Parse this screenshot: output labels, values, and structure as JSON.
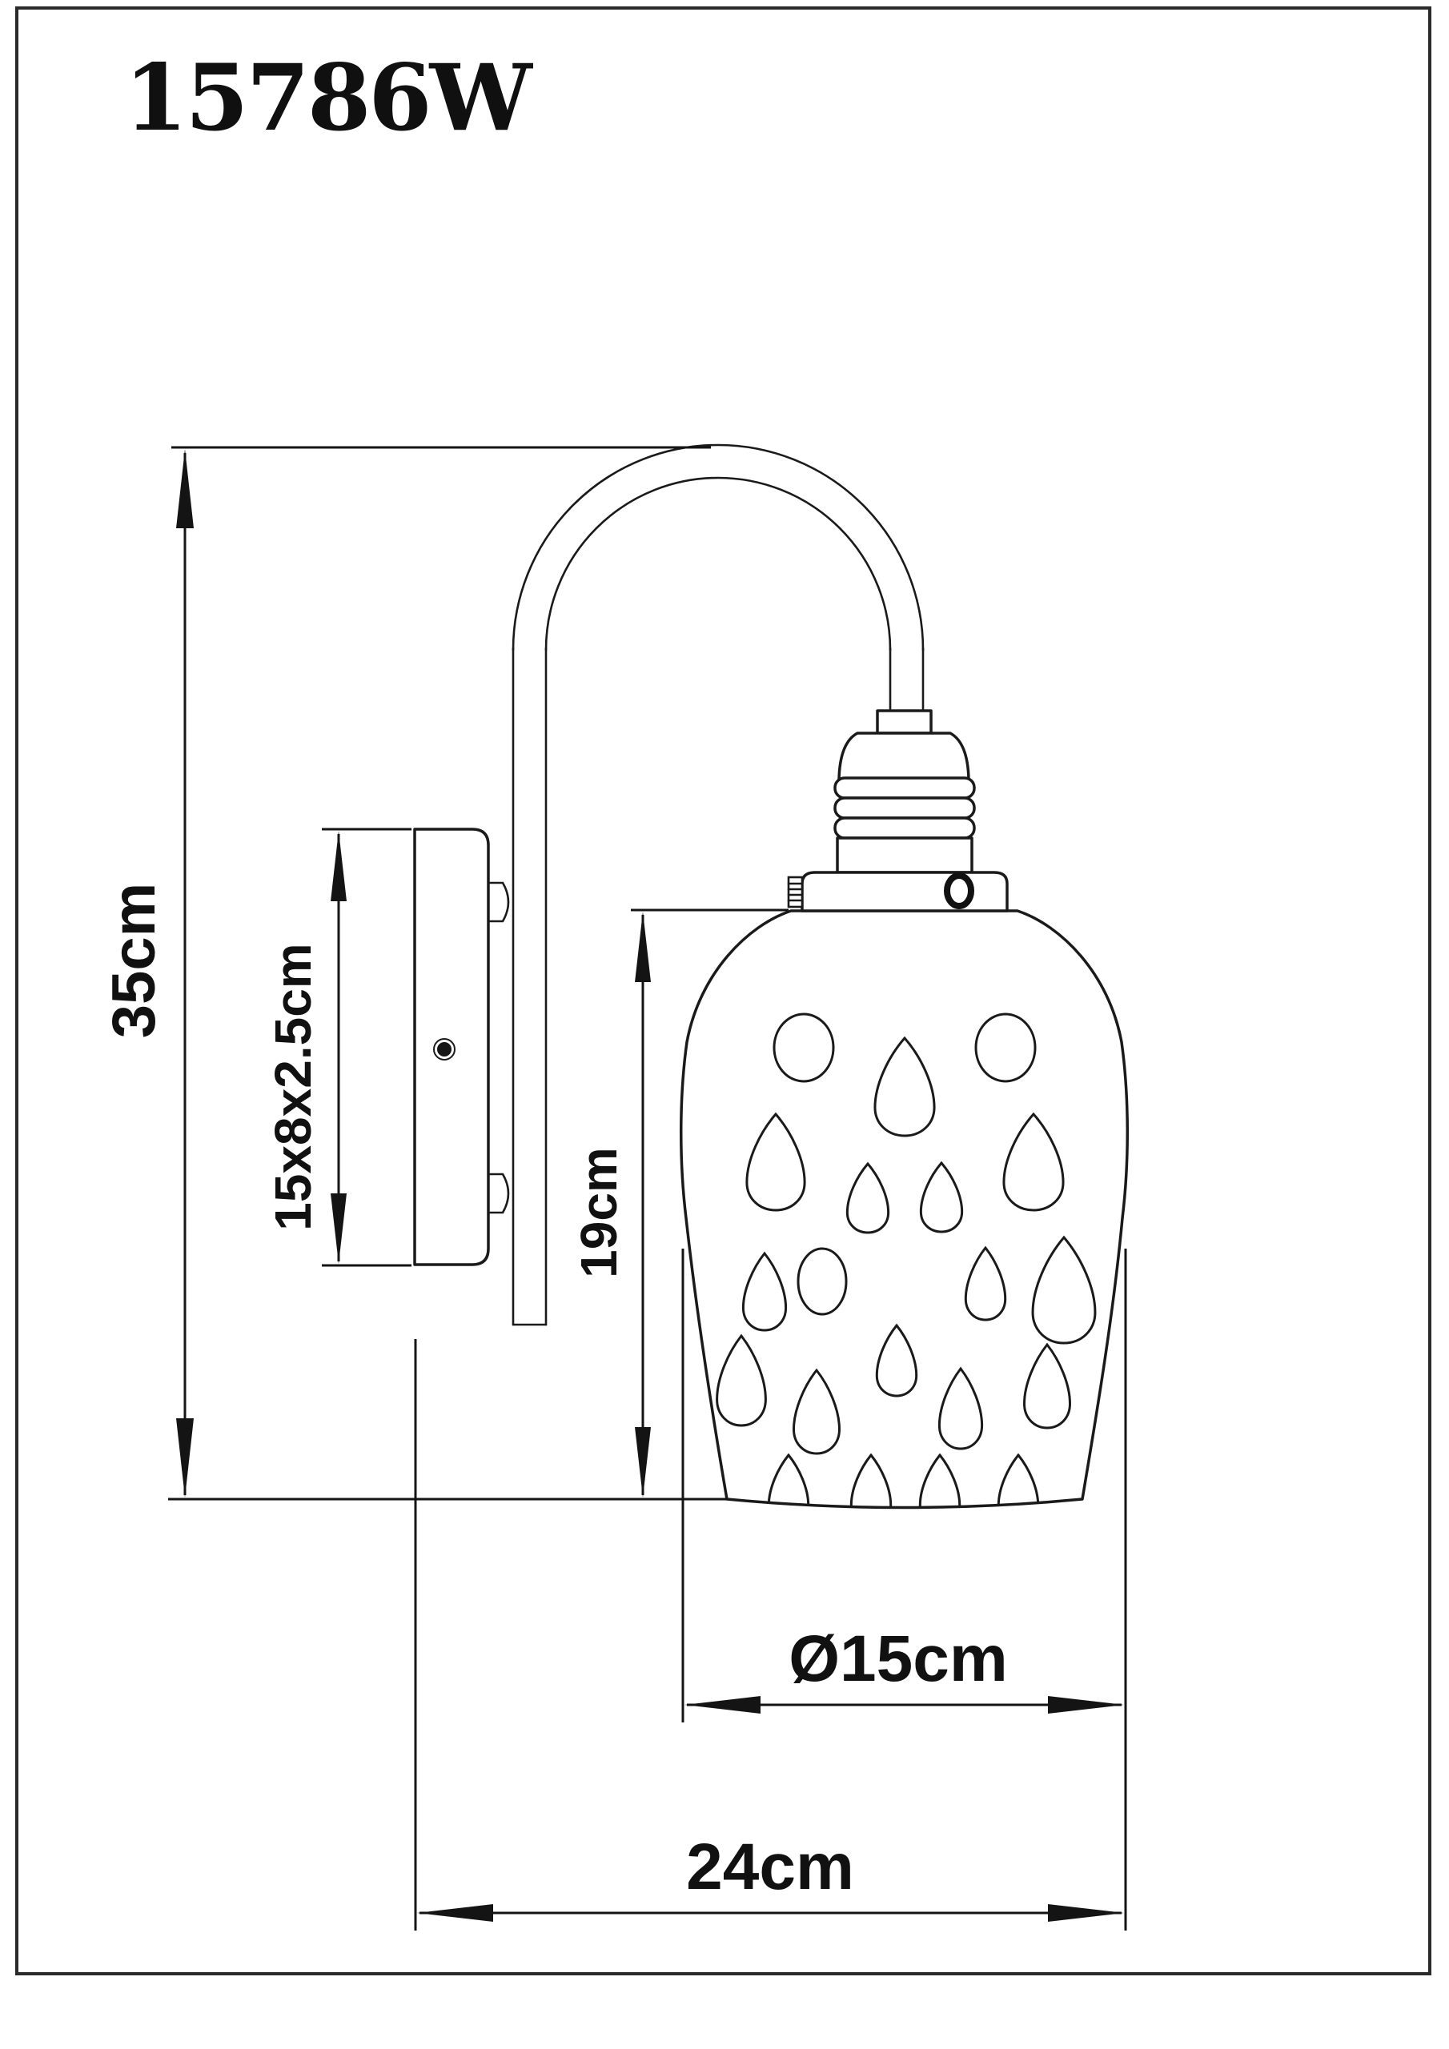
{
  "title": "15786W",
  "dims": {
    "total_height": "35cm",
    "backplate": "15x8x2.5cm",
    "shade_height": "19cm",
    "shade_diameter": "Ø15cm",
    "total_depth": "24cm"
  },
  "colors": {
    "line": "#1a1a1a",
    "background": "#ffffff",
    "text": "#111111"
  }
}
